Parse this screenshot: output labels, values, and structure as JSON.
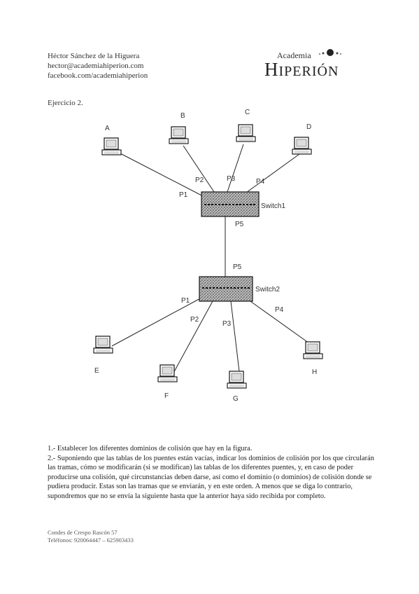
{
  "header": {
    "name": "Héctor Sánchez de la Higuera",
    "email": "hector@academiahiperion.com",
    "facebook": "facebook.com/academiahiperion"
  },
  "logo": {
    "academia": "Academia",
    "brand_h": "H",
    "brand_rest": "IPERIÓN"
  },
  "exercise_title": "Ejercicio 2.",
  "diagram": {
    "switch1_label": "Switch1",
    "switch2_label": "Switch2",
    "hosts": [
      "A",
      "B",
      "C",
      "D",
      "E",
      "F",
      "G",
      "H"
    ],
    "switch1_ports": [
      "P1",
      "P2",
      "P3",
      "P4",
      "P5"
    ],
    "switch2_ports": [
      "P1",
      "P2",
      "P3",
      "P4",
      "P5"
    ]
  },
  "questions": {
    "q1": "1.- Establecer los diferentes dominios de colisión que hay en la figura.",
    "q2": "2.- Suponiendo que las tablas de los puentes están vacías, indicar los dominios de colisión por los que circularán las tramas, cómo se modificarán (si se modifican) las tablas de los diferentes puentes, y, en caso de poder producirse una colisión, qué circunstancias deben darse, así como el dominio (o dominios) de colisión donde se pudiera producir. Estas son las tramas que se enviarán, y en este orden. A menos que se diga lo contrario, supondremos que no se envía la siguiente hasta que la anterior haya sido recibida por completo."
  },
  "footer": {
    "address": "Condes de Crespo Rascón 57",
    "phones": "Teléfonos: 920064447 – 625903433"
  }
}
